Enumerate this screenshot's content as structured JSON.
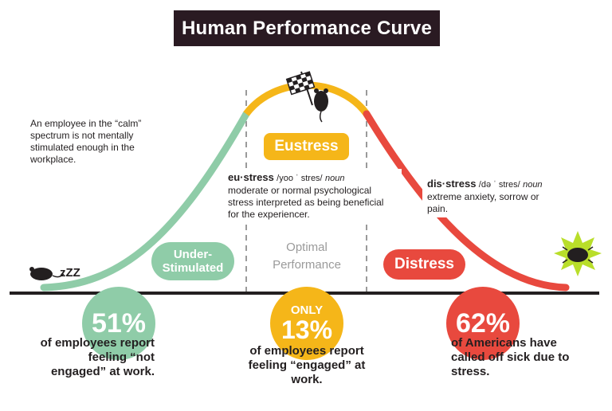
{
  "title": "Human Performance Curve",
  "colors": {
    "title_bg": "#2a1a22",
    "green": "#8fcca8",
    "yellow": "#f5b619",
    "red": "#e8493e",
    "axis": "#231f20",
    "divider": "#9a9a9a",
    "burst": "#b9de2a"
  },
  "calm_note": "An employee in the “calm” spectrum is not mentally stimulated enough in the workplace.",
  "sleep_text": "zZZ",
  "zones": {
    "under": "Under-Stimulated",
    "optimal": "Optimal Performance",
    "eustress": "Eustress",
    "distress": "Distress"
  },
  "definitions": {
    "eustress": {
      "term": "eu·stress",
      "pronunciation": "/yoo ˈ stres/",
      "part_of_speech": "noun",
      "definition": "moderate or normal psychological stress interpreted as being beneficial for the experiencer."
    },
    "distress": {
      "term": "dis·stress",
      "pronunciation": "/də ˈ stres/",
      "part_of_speech": "noun",
      "definition": "extreme anxiety, sorrow or pain."
    }
  },
  "stats": [
    {
      "prefix": "",
      "value": "51%",
      "caption": "of employees report feeling “not engaged” at work."
    },
    {
      "prefix": "ONLY",
      "value": "13%",
      "caption": "of employees report feeling “engaged” at work."
    },
    {
      "prefix": "",
      "value": "62%",
      "caption": "of Americans have called off sick due to stress."
    }
  ],
  "icons": [
    "sleeping-mouse-icon",
    "checkered-flag-icon",
    "mouse-icon",
    "spiky-burst-icon",
    "bug-icon"
  ]
}
